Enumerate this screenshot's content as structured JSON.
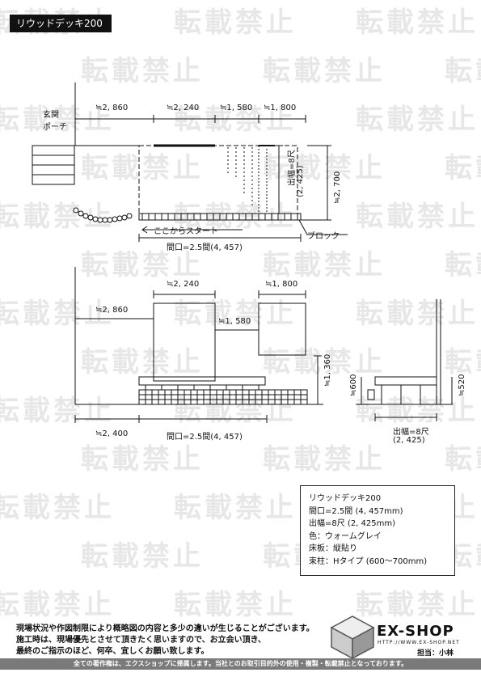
{
  "header": {
    "title": "リウッドデッキ200"
  },
  "watermark": {
    "text": "転載禁止"
  },
  "plan_view": {
    "entrance_label_1": "玄関",
    "entrance_label_2": "ポーチ",
    "dim_1": "≒2, 860",
    "dim_2": "≒2, 240",
    "dim_3": "≒1, 580",
    "dim_4": "≒1, 800",
    "depth_label": "出幅=8尺",
    "depth_value": "(2, 425)",
    "overall_depth": "≒2, 700",
    "start_label": "ここからスタート",
    "block_label": "ブロック",
    "frontage": "間口=2.5間(4, 457)"
  },
  "elevation_view": {
    "dim_top_1": "≒2, 240",
    "dim_top_2": "≒1, 800",
    "dim_left": "≒2, 860",
    "dim_mid": "≒1, 580",
    "dim_height": "≒1, 360",
    "dim_bottom_left": "≒2, 400",
    "frontage": "間口=2.5間(4, 457)"
  },
  "side_view": {
    "dim_left": "≒600",
    "dim_right": "≒520",
    "depth_label": "出幅=8尺",
    "depth_value": "(2, 425)"
  },
  "spec": {
    "line_1": "リウッドデッキ200",
    "line_2": "間口=2.5間 (4, 457mm)",
    "line_3": "出幅=8尺 (2, 425mm)",
    "line_4": "色：ウォームグレイ",
    "line_5": "床板：縦貼り",
    "line_6": "束柱：Hタイプ (600〜700mm)"
  },
  "notes": {
    "line_1": "現場状況や作図制限により概略図の内容と多少の違いが生じることがございます。",
    "line_2": "施工時は、現場優先とさせて頂きたく思いますので、お立会い頂き、",
    "line_3": "最終のご指示のほど、何卒、宜しくお願い致します。"
  },
  "logo": {
    "name": "EX-SHOP",
    "url": "HTTP://WWW.EX-SHOP.NET",
    "person": "担当：小林"
  },
  "footer": {
    "text": "全ての著作権は、エクスショップに帰属します。当社とのお取引目的外の使用・複製・転載禁止となっております。"
  }
}
